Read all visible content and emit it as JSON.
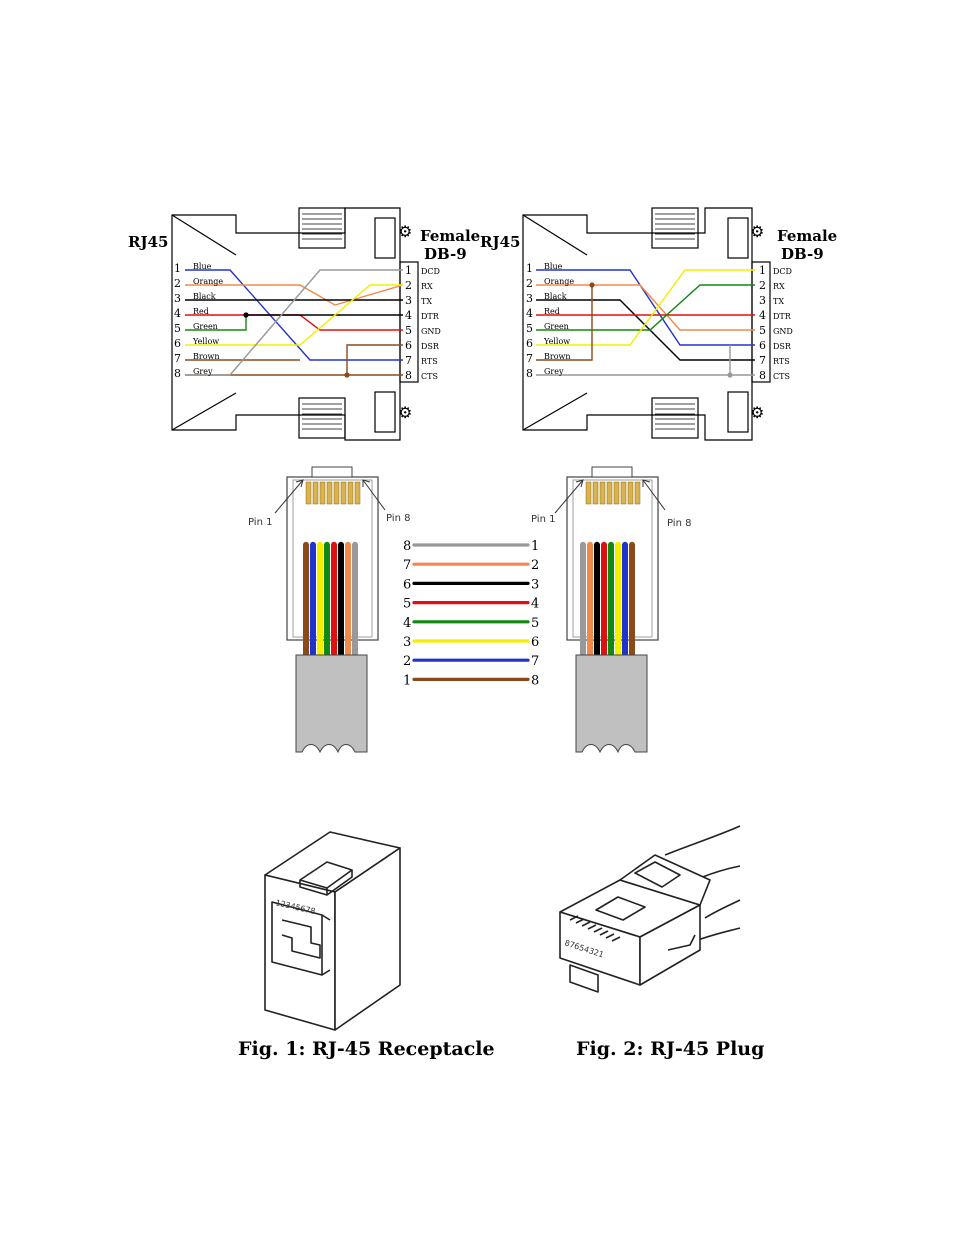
{
  "adapters": [
    {
      "rj45_label": "RJ45",
      "db9_title": "Female",
      "db9_subtitle": "DB-9",
      "rj45_pins": [
        {
          "num": "1",
          "color_name": "Blue",
          "hex": "#2233cc"
        },
        {
          "num": "2",
          "color_name": "Orange",
          "hex": "#f08a4b"
        },
        {
          "num": "3",
          "color_name": "Black",
          "hex": "#000000"
        },
        {
          "num": "4",
          "color_name": "Red",
          "hex": "#dd1111"
        },
        {
          "num": "5",
          "color_name": "Green",
          "hex": "#118811"
        },
        {
          "num": "6",
          "color_name": "Yellow",
          "hex": "#f2f000"
        },
        {
          "num": "7",
          "color_name": "Brown",
          "hex": "#8b4a1a"
        },
        {
          "num": "8",
          "color_name": "Grey",
          "hex": "#999999"
        }
      ],
      "db9_pins": [
        {
          "num": "1",
          "signal": "DCD"
        },
        {
          "num": "2",
          "signal": "RX"
        },
        {
          "num": "3",
          "signal": "TX"
        },
        {
          "num": "4",
          "signal": "DTR"
        },
        {
          "num": "5",
          "signal": "GND"
        },
        {
          "num": "6",
          "signal": "DSR"
        },
        {
          "num": "7",
          "signal": "RTS"
        },
        {
          "num": "8",
          "signal": "CTS"
        }
      ]
    },
    {
      "rj45_label": "RJ45",
      "db9_title": "Female",
      "db9_subtitle": "DB-9",
      "rj45_pins": [
        {
          "num": "1",
          "color_name": "Blue",
          "hex": "#2233cc"
        },
        {
          "num": "2",
          "color_name": "Orange",
          "hex": "#f08a4b"
        },
        {
          "num": "3",
          "color_name": "Black",
          "hex": "#000000"
        },
        {
          "num": "4",
          "color_name": "Red",
          "hex": "#dd1111"
        },
        {
          "num": "5",
          "color_name": "Green",
          "hex": "#118811"
        },
        {
          "num": "6",
          "color_name": "Yellow",
          "hex": "#f2f000"
        },
        {
          "num": "7",
          "color_name": "Brown",
          "hex": "#8b4a1a"
        },
        {
          "num": "8",
          "color_name": "Grey",
          "hex": "#999999"
        }
      ],
      "db9_pins": [
        {
          "num": "1",
          "signal": "DCD"
        },
        {
          "num": "2",
          "signal": "RX"
        },
        {
          "num": "3",
          "signal": "TX"
        },
        {
          "num": "4",
          "signal": "DTR"
        },
        {
          "num": "5",
          "signal": "GND"
        },
        {
          "num": "6",
          "signal": "DSR"
        },
        {
          "num": "7",
          "signal": "RTS"
        },
        {
          "num": "8",
          "signal": "CTS"
        }
      ]
    }
  ],
  "plugs": {
    "pin1_label": "Pin 1",
    "pin8_label": "Pin 8"
  },
  "crossover": [
    {
      "left": "8",
      "right": "1",
      "hex": "#999999"
    },
    {
      "left": "7",
      "right": "2",
      "hex": "#f08a4b"
    },
    {
      "left": "6",
      "right": "3",
      "hex": "#000000"
    },
    {
      "left": "5",
      "right": "4",
      "hex": "#dd1111"
    },
    {
      "left": "4",
      "right": "5",
      "hex": "#118811"
    },
    {
      "left": "3",
      "right": "6",
      "hex": "#f2f000"
    },
    {
      "left": "2",
      "right": "7",
      "hex": "#2233cc"
    },
    {
      "left": "1",
      "right": "8",
      "hex": "#8b4a1a"
    }
  ],
  "figures": {
    "fig1_caption": "Fig. 1: RJ-45 Receptacle",
    "fig2_caption": "Fig. 2: RJ-45 Plug",
    "receptacle_numbers": "12345678",
    "plug_numbers": "87654321"
  }
}
